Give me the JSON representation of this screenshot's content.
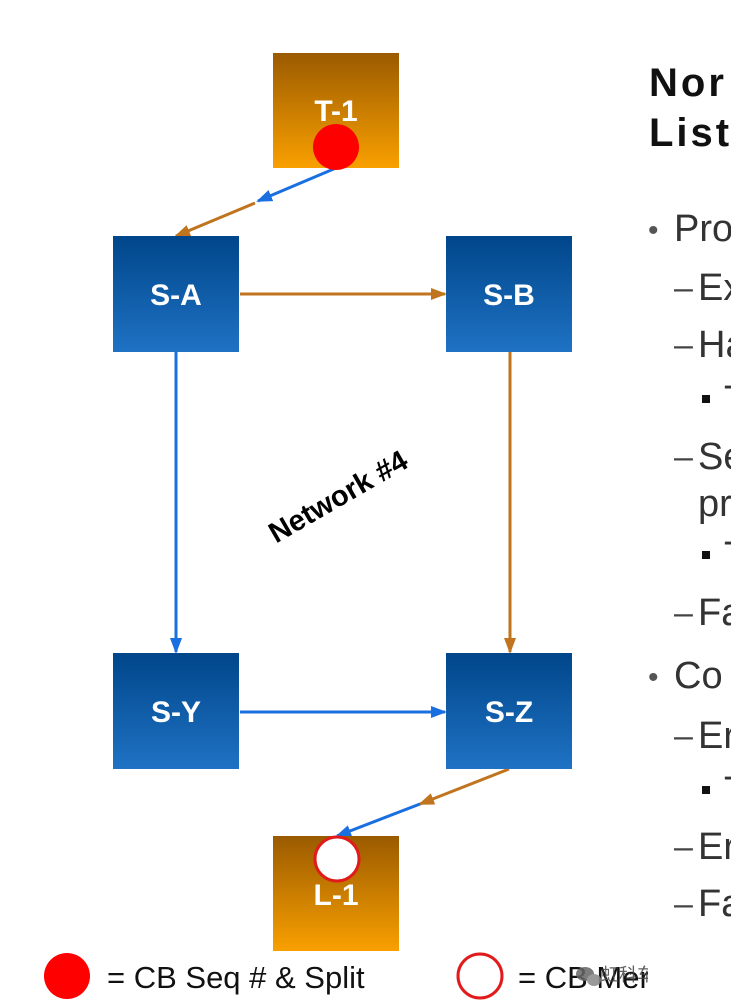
{
  "diagram": {
    "network_label": "Network #4",
    "nodes": {
      "t1": "T-1",
      "sa": "S-A",
      "sb": "S-B",
      "sy": "S-Y",
      "sz": "S-Z",
      "l1": "L-1"
    },
    "colors": {
      "switch_fill_top": "#00468a",
      "switch_fill_bottom": "#1f72c4",
      "endpoint_fill_top": "#9a5a00",
      "endpoint_fill_bottom": "#f9a000",
      "blue_arrow": "#1a6fe0",
      "orange_arrow": "#c0741e",
      "split_dot": "#ff0000",
      "merge_ring": "#e11b1b"
    }
  },
  "legend": {
    "split_label": "= CB Seq # & Split",
    "merge_label": "= CB Merge",
    "split_icon": "filled-red-circle",
    "merge_icon": "red-ring-circle"
  },
  "slide": {
    "title_line1": "Nor",
    "title_line2": "List",
    "bullets": [
      {
        "level": 1,
        "marker": "•",
        "text": "Pro"
      },
      {
        "level": 2,
        "marker": "–",
        "text": "Ex"
      },
      {
        "level": 2,
        "marker": "–",
        "text": "Ha"
      },
      {
        "level": 3,
        "marker": "▪",
        "text": "T"
      },
      {
        "level": 2,
        "marker": "–",
        "text": "Se"
      },
      {
        "level": 2,
        "marker": "",
        "text": "pr"
      },
      {
        "level": 3,
        "marker": "▪",
        "text": "T"
      },
      {
        "level": 2,
        "marker": "–",
        "text": "Fa"
      },
      {
        "level": 1,
        "marker": "•",
        "text": "Co"
      },
      {
        "level": 2,
        "marker": "–",
        "text": "Er"
      },
      {
        "level": 3,
        "marker": "▪",
        "text": "T"
      },
      {
        "level": 2,
        "marker": "–",
        "text": "Er"
      },
      {
        "level": 2,
        "marker": "–",
        "text": "Fa"
      }
    ]
  },
  "watermark": {
    "text": "虹科车辆网络",
    "icon": "wechat-logo-icon"
  }
}
